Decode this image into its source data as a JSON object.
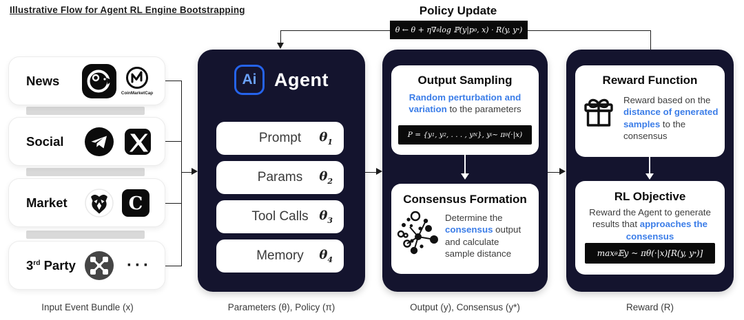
{
  "title": "Illustrative Flow for Agent RL Engine Bootstrapping",
  "colors": {
    "dark_navy": "#14142e",
    "accent_blue": "#3b7de8",
    "ai_border_blue": "#2563eb",
    "formula_bg": "#0a0a0a",
    "tab_gray": "#d9d9d9"
  },
  "policy_update": {
    "label": "Policy Update",
    "formula": [
      {
        "t": "θ ← θ + η∇"
      },
      {
        "s": "θ"
      },
      {
        "t": " log ℙ(y|p"
      },
      {
        "s": "θ"
      },
      {
        "t": ", x) · R(y, y"
      },
      {
        "p": "*"
      },
      {
        "t": ")"
      }
    ]
  },
  "sources": {
    "caption": "Input Event Bundle (x)",
    "boxes": [
      {
        "label": "News",
        "icon_caption": "CoinMarketCap"
      },
      {
        "label": "Social"
      },
      {
        "label": "Market"
      },
      {
        "label_pre": "3",
        "label_sup": "rd",
        "label_post": " Party",
        "more": "···"
      }
    ]
  },
  "icons": {
    "bird-news-app-icon": "black rounded square, white bird mark",
    "coinmarketcap-icon": "circle with stylized M",
    "telegram-icon": "black circle, white paper plane",
    "x-twitter-icon": "black rounded square, white X",
    "owl-market-icon": "white circle, black owl face",
    "c-exchange-icon": "black rounded square, white C",
    "network-api-icon": "gray circle, white node network",
    "cluster-icon": "scatter of connected dots",
    "gift-icon": "outlined gift box with bow"
  },
  "agent": {
    "logo": "Ai",
    "title": "Agent",
    "caption": "Parameters (θ), Policy (π)",
    "rows": [
      {
        "label": "Prompt",
        "param": "θ",
        "sub": "1"
      },
      {
        "label": "Params",
        "param": "θ",
        "sub": "2"
      },
      {
        "label": "Tool Calls",
        "param": "θ",
        "sub": "3"
      },
      {
        "label": "Memory",
        "param": "θ",
        "sub": "4"
      }
    ]
  },
  "sampling": {
    "caption": "Output (y), Consensus (y*)",
    "output_sampling": {
      "title": "Output Sampling",
      "desc": [
        {
          "b": "Random perturbation and variation"
        },
        {
          "t": " to the parameters"
        }
      ],
      "formula": [
        {
          "t": "P = {y"
        },
        {
          "s": "1"
        },
        {
          "t": ", y"
        },
        {
          "s": "2"
        },
        {
          "t": ", . . . , y"
        },
        {
          "s": "N"
        },
        {
          "t": "},   y"
        },
        {
          "s": "i"
        },
        {
          "t": " ~ π"
        },
        {
          "s": "θ"
        },
        {
          "t": "(·|x)"
        }
      ]
    },
    "consensus_formation": {
      "title": "Consensus Formation",
      "desc": [
        {
          "t": "Determine the "
        },
        {
          "b": "consensus"
        },
        {
          "t": " output and calculate sample distance"
        }
      ]
    }
  },
  "reward": {
    "caption": "Reward (R)",
    "reward_function": {
      "title": "Reward Function",
      "desc": [
        {
          "t": "Reward based on the "
        },
        {
          "b": "distance of generated samples"
        },
        {
          "t": " to the consensus"
        }
      ]
    },
    "rl_objective": {
      "title": "RL Objective",
      "desc": [
        {
          "t": "Reward the Agent to generate results that "
        },
        {
          "b": "approaches the consensus"
        }
      ],
      "formula": [
        {
          "t": "max"
        },
        {
          "s": "θ"
        },
        {
          "t": " 𝔼y ~ πθ(·|x)[R(y, y"
        },
        {
          "p": "*"
        },
        {
          "t": ")]"
        }
      ]
    }
  }
}
